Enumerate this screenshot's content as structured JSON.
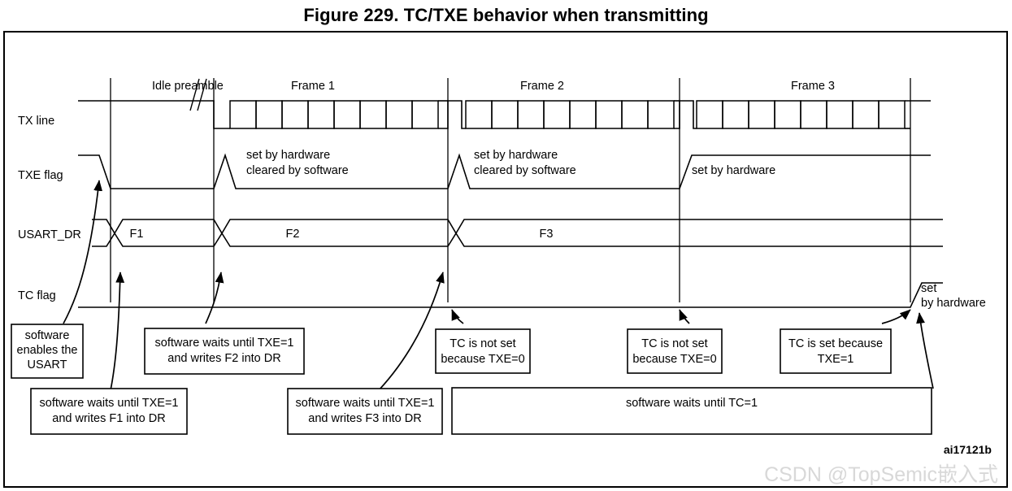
{
  "figure": {
    "title": "Figure 229. TC/TXE behavior when transmitting",
    "id_label": "ai17121b",
    "watermark": "CSDN @TopSemic嵌入式"
  },
  "signals": {
    "tx_line": "TX line",
    "txe_flag": "TXE flag",
    "usart_dr": "USART_DR",
    "tc_flag": "TC flag"
  },
  "timeline": {
    "idle_preamble": "Idle preamble",
    "frames": [
      "Frame 1",
      "Frame 2",
      "Frame 3"
    ]
  },
  "bus_values": [
    "F1",
    "F2",
    "F3"
  ],
  "waveform_notes": {
    "txe_note_1_line1": "set by hardware",
    "txe_note_1_line2": "cleared by software",
    "txe_note_2_line1": "set by hardware",
    "txe_note_2_line2": "cleared by software",
    "txe_note_3": "set by hardware",
    "tc_note_line1": "set",
    "tc_note_line2": "by hardware"
  },
  "annotations": [
    {
      "name": "software-enables-usart",
      "lines": [
        "software",
        "enables the",
        "USART"
      ]
    },
    {
      "name": "waits-txe-writes-f2",
      "lines": [
        "software waits until TXE=1",
        "and writes F2 into DR"
      ]
    },
    {
      "name": "tc-not-set-1",
      "lines": [
        "TC is not set",
        "because TXE=0"
      ]
    },
    {
      "name": "tc-not-set-2",
      "lines": [
        "TC is not set",
        "because TXE=0"
      ]
    },
    {
      "name": "tc-is-set",
      "lines": [
        "TC is  set because",
        "TXE=1"
      ]
    },
    {
      "name": "waits-txe-writes-f1",
      "lines": [
        "software waits until TXE=1",
        "and writes F1 into DR"
      ]
    },
    {
      "name": "waits-txe-writes-f3",
      "lines": [
        "software waits until TXE=1",
        "and writes F3 into DR"
      ]
    },
    {
      "name": "waits-tc",
      "lines": [
        "software waits until TC=1"
      ]
    }
  ],
  "chart_data": {
    "type": "line",
    "title": "Figure 229. TC/TXE behavior when transmitting",
    "xlabel": "",
    "ylabel": "",
    "grid": false,
    "legend": "none",
    "description": "USART transmission timing diagram showing TX line, TXE flag, USART_DR bus and TC flag across an idle preamble and three transmitted frames.",
    "series": [
      {
        "name": "TX line",
        "states": [
          {
            "segment": "Idle preamble",
            "level": "high"
          },
          {
            "segment": "Frame 1",
            "level": "data",
            "bits": 8
          },
          {
            "segment": "Frame 1 stop",
            "level": "high"
          },
          {
            "segment": "Frame 2",
            "level": "data",
            "bits": 8
          },
          {
            "segment": "Frame 2 stop",
            "level": "high"
          },
          {
            "segment": "Frame 3",
            "level": "data",
            "bits": 8
          },
          {
            "segment": "Frame 3 stop",
            "level": "high"
          }
        ]
      },
      {
        "name": "TXE flag",
        "states": [
          {
            "segment": "before USART enable",
            "level": "high"
          },
          {
            "segment": "Idle preamble",
            "level": "low"
          },
          {
            "segment": "start of Frame 1",
            "level": "pulse"
          },
          {
            "segment": "Frame 1",
            "level": "low"
          },
          {
            "segment": "start of Frame 2",
            "level": "pulse"
          },
          {
            "segment": "Frame 2",
            "level": "low"
          },
          {
            "segment": "start of Frame 3",
            "level": "rise"
          },
          {
            "segment": "Frame 3 onward",
            "level": "high"
          }
        ]
      },
      {
        "name": "USART_DR",
        "states": [
          {
            "segment": "Frame 1 period",
            "value": "F1"
          },
          {
            "segment": "Frame 2 period",
            "value": "F2"
          },
          {
            "segment": "Frame 3 period",
            "value": "F3"
          }
        ]
      },
      {
        "name": "TC flag",
        "states": [
          {
            "segment": "Frames 1-3",
            "level": "low"
          },
          {
            "segment": "after Frame 3 stop bit",
            "level": "high"
          }
        ]
      }
    ]
  }
}
